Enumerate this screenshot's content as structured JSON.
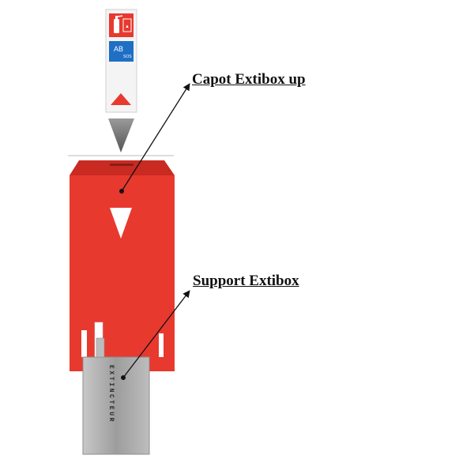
{
  "labels": {
    "capot": "Capot Extibox up",
    "support": "Support Extibox"
  },
  "sign": {
    "class_text": "AB",
    "sub_text": "SOS"
  },
  "support_box": {
    "vertical_text": "EXTINCTEUR"
  },
  "colors": {
    "capot_red": "#e8392f",
    "capot_red_dark": "#c92a22",
    "sign_blue": "#1f6fc4",
    "support_gray": "#b5b5b5",
    "arrow_gray": "#7a7a7a",
    "leader_line": "#111111"
  }
}
